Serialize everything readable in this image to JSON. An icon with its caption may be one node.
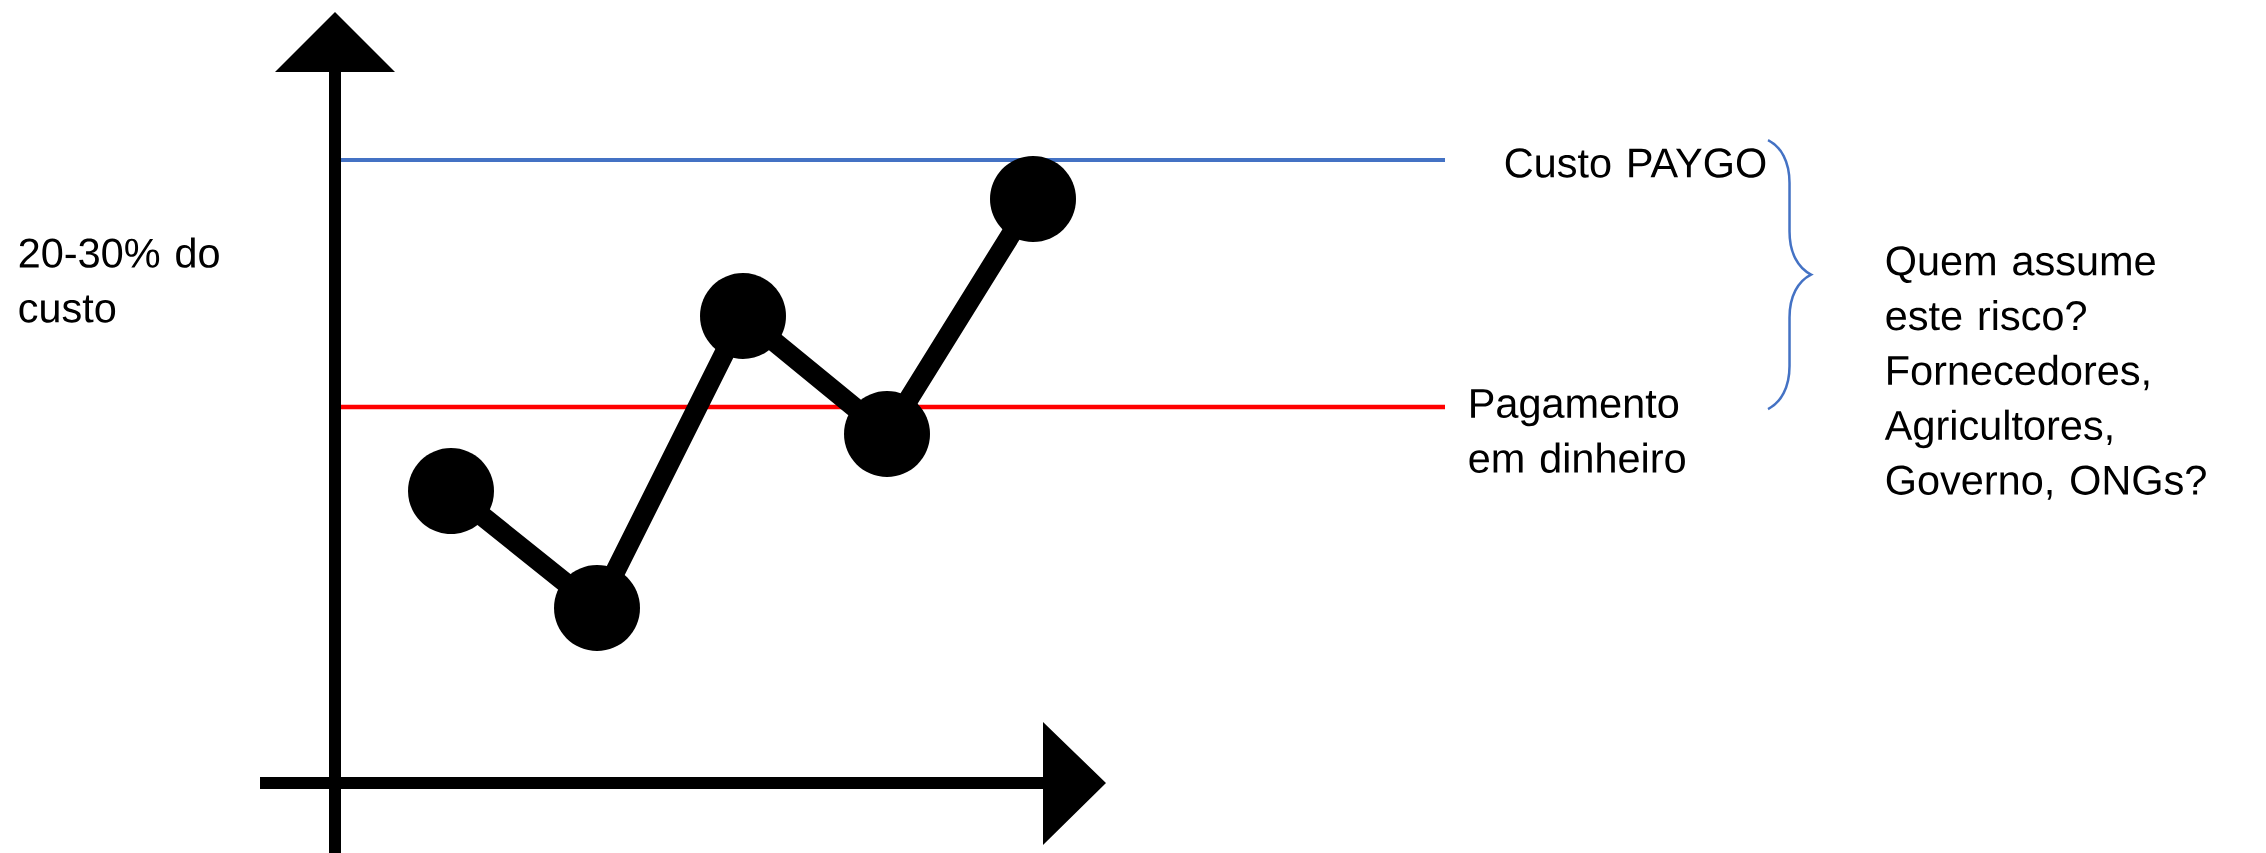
{
  "diagram": {
    "labels": [
      "20-30% do custo",
      "Custo PAYGO",
      "Quem assume este risco? Fornecedores, Agricultores, Governo, ONGs?",
      "Pagamento em dinheiro"
    ]
  }
}
